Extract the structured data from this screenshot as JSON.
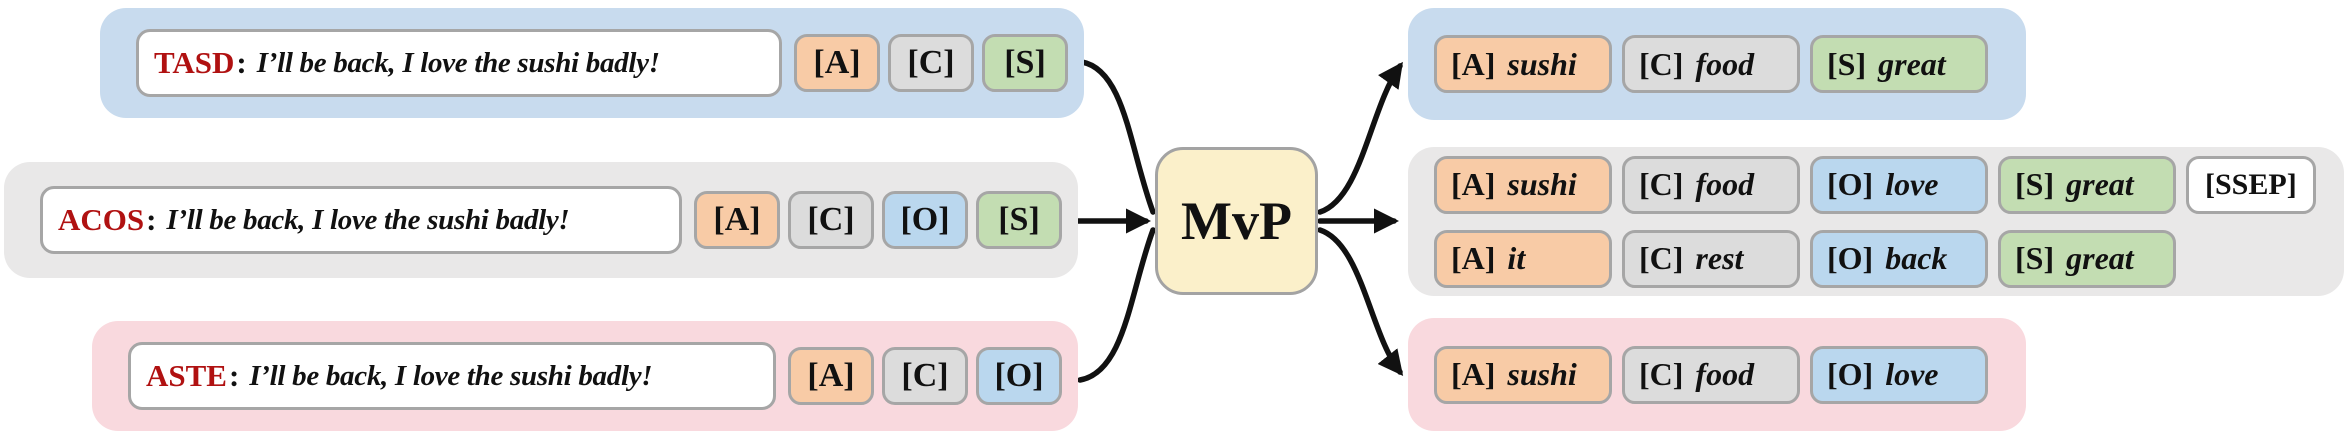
{
  "colors": {
    "panel_blue": "#c8dbee",
    "panel_gray": "#e9e8e8",
    "panel_pink": "#f9d9de",
    "chip_aspect": "#f8cba6",
    "chip_category": "#dcdcdc",
    "chip_opinion": "#bad7ee",
    "chip_sentiment": "#c3ddb2",
    "chip_ssep": "#ffffff",
    "mvp_bg": "#fbf0ca",
    "border": "#a6a6a6",
    "task_red": "#b01111",
    "arrow": "#111111"
  },
  "task_colon": ":",
  "model": {
    "label": "MvP"
  },
  "inputs": [
    {
      "task": "TASD",
      "sentence": "I’ll be back, I love the sushi badly!",
      "tags": [
        {
          "label": "[A]",
          "type": "aspect"
        },
        {
          "label": "[C]",
          "type": "category"
        },
        {
          "label": "[S]",
          "type": "sentiment"
        }
      ]
    },
    {
      "task": "ACOS",
      "sentence": "I’ll be back, I love the sushi badly!",
      "tags": [
        {
          "label": "[A]",
          "type": "aspect"
        },
        {
          "label": "[C]",
          "type": "category"
        },
        {
          "label": "[O]",
          "type": "opinion"
        },
        {
          "label": "[S]",
          "type": "sentiment"
        }
      ]
    },
    {
      "task": "ASTE",
      "sentence": "I’ll be back, I love the sushi badly!",
      "tags": [
        {
          "label": "[A]",
          "type": "aspect"
        },
        {
          "label": "[C]",
          "type": "category"
        },
        {
          "label": "[O]",
          "type": "opinion"
        }
      ]
    }
  ],
  "outputs": [
    {
      "rows": [
        [
          {
            "label": "[A]",
            "value": "sushi",
            "type": "aspect"
          },
          {
            "label": "[C]",
            "value": "food",
            "type": "category"
          },
          {
            "label": "[S]",
            "value": "great",
            "type": "sentiment"
          }
        ]
      ]
    },
    {
      "rows": [
        [
          {
            "label": "[A]",
            "value": "sushi",
            "type": "aspect"
          },
          {
            "label": "[C]",
            "value": "food",
            "type": "category"
          },
          {
            "label": "[O]",
            "value": "love",
            "type": "opinion"
          },
          {
            "label": "[S]",
            "value": "great",
            "type": "sentiment"
          },
          {
            "label": "[SSEP]",
            "type": "ssep"
          }
        ],
        [
          {
            "label": "[A]",
            "value": "it",
            "type": "aspect"
          },
          {
            "label": "[C]",
            "value": "rest",
            "type": "category"
          },
          {
            "label": "[O]",
            "value": "back",
            "type": "opinion"
          },
          {
            "label": "[S]",
            "value": "great",
            "type": "sentiment"
          }
        ]
      ]
    },
    {
      "rows": [
        [
          {
            "label": "[A]",
            "value": "sushi",
            "type": "aspect"
          },
          {
            "label": "[C]",
            "value": "food",
            "type": "category"
          },
          {
            "label": "[O]",
            "value": "love",
            "type": "opinion"
          }
        ]
      ]
    }
  ]
}
